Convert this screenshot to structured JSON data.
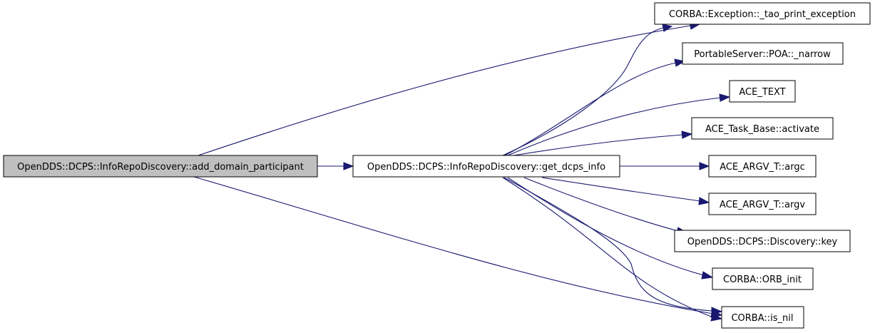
{
  "colors": {
    "edge": "#191970",
    "node_border": "#000000",
    "node_fill": "#ffffff",
    "root_fill": "#bfbfbf"
  },
  "nodes": [
    {
      "id": "add_domain_participant",
      "label": "OpenDDS::DCPS::InfoRepoDiscovery::add_domain_participant",
      "highlighted": true
    },
    {
      "id": "get_dcps_info",
      "label": "OpenDDS::DCPS::InfoRepoDiscovery::get_dcps_info"
    },
    {
      "id": "tao_print_exception",
      "label": "CORBA::Exception::_tao_print_exception"
    },
    {
      "id": "poa_narrow",
      "label": "PortableServer::POA::_narrow"
    },
    {
      "id": "ace_text",
      "label": "ACE_TEXT"
    },
    {
      "id": "task_activate",
      "label": "ACE_Task_Base::activate"
    },
    {
      "id": "argv_argc",
      "label": "ACE_ARGV_T::argc"
    },
    {
      "id": "argv_argv",
      "label": "ACE_ARGV_T::argv"
    },
    {
      "id": "discovery_key",
      "label": "OpenDDS::DCPS::Discovery::key"
    },
    {
      "id": "orb_init",
      "label": "CORBA::ORB_init"
    },
    {
      "id": "is_nil",
      "label": "CORBA::is_nil"
    }
  ],
  "edges": [
    {
      "from": "add_domain_participant",
      "to": "get_dcps_info"
    },
    {
      "from": "add_domain_participant",
      "to": "tao_print_exception"
    },
    {
      "from": "add_domain_participant",
      "to": "is_nil"
    },
    {
      "from": "get_dcps_info",
      "to": "tao_print_exception"
    },
    {
      "from": "get_dcps_info",
      "to": "poa_narrow"
    },
    {
      "from": "get_dcps_info",
      "to": "ace_text"
    },
    {
      "from": "get_dcps_info",
      "to": "task_activate"
    },
    {
      "from": "get_dcps_info",
      "to": "argv_argc"
    },
    {
      "from": "get_dcps_info",
      "to": "argv_argv"
    },
    {
      "from": "get_dcps_info",
      "to": "discovery_key"
    },
    {
      "from": "get_dcps_info",
      "to": "orb_init"
    },
    {
      "from": "get_dcps_info",
      "to": "is_nil"
    }
  ]
}
